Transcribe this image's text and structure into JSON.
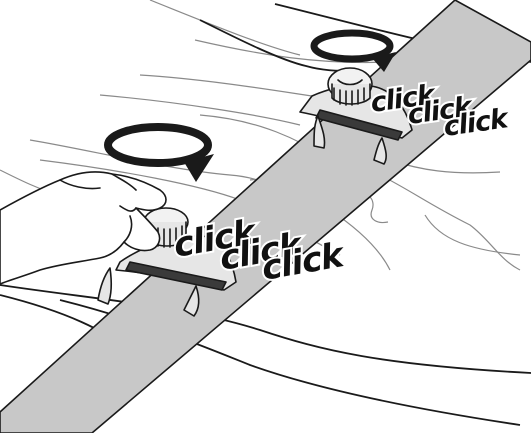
{
  "sound_effects": {
    "rear_clamp": [
      "click",
      "click",
      "click"
    ],
    "front_clamp": [
      "click",
      "click",
      "click"
    ]
  },
  "colors": {
    "strap": "#c8c8c8",
    "clamp_body": "#e6e6e6",
    "clamp_dark": "#3a3a3a",
    "ink": "#1a1a1a",
    "hand": "#ffffff"
  },
  "icons": [
    "rotate-clockwise-arrow-icon",
    "rotate-clockwise-arrow-icon"
  ]
}
